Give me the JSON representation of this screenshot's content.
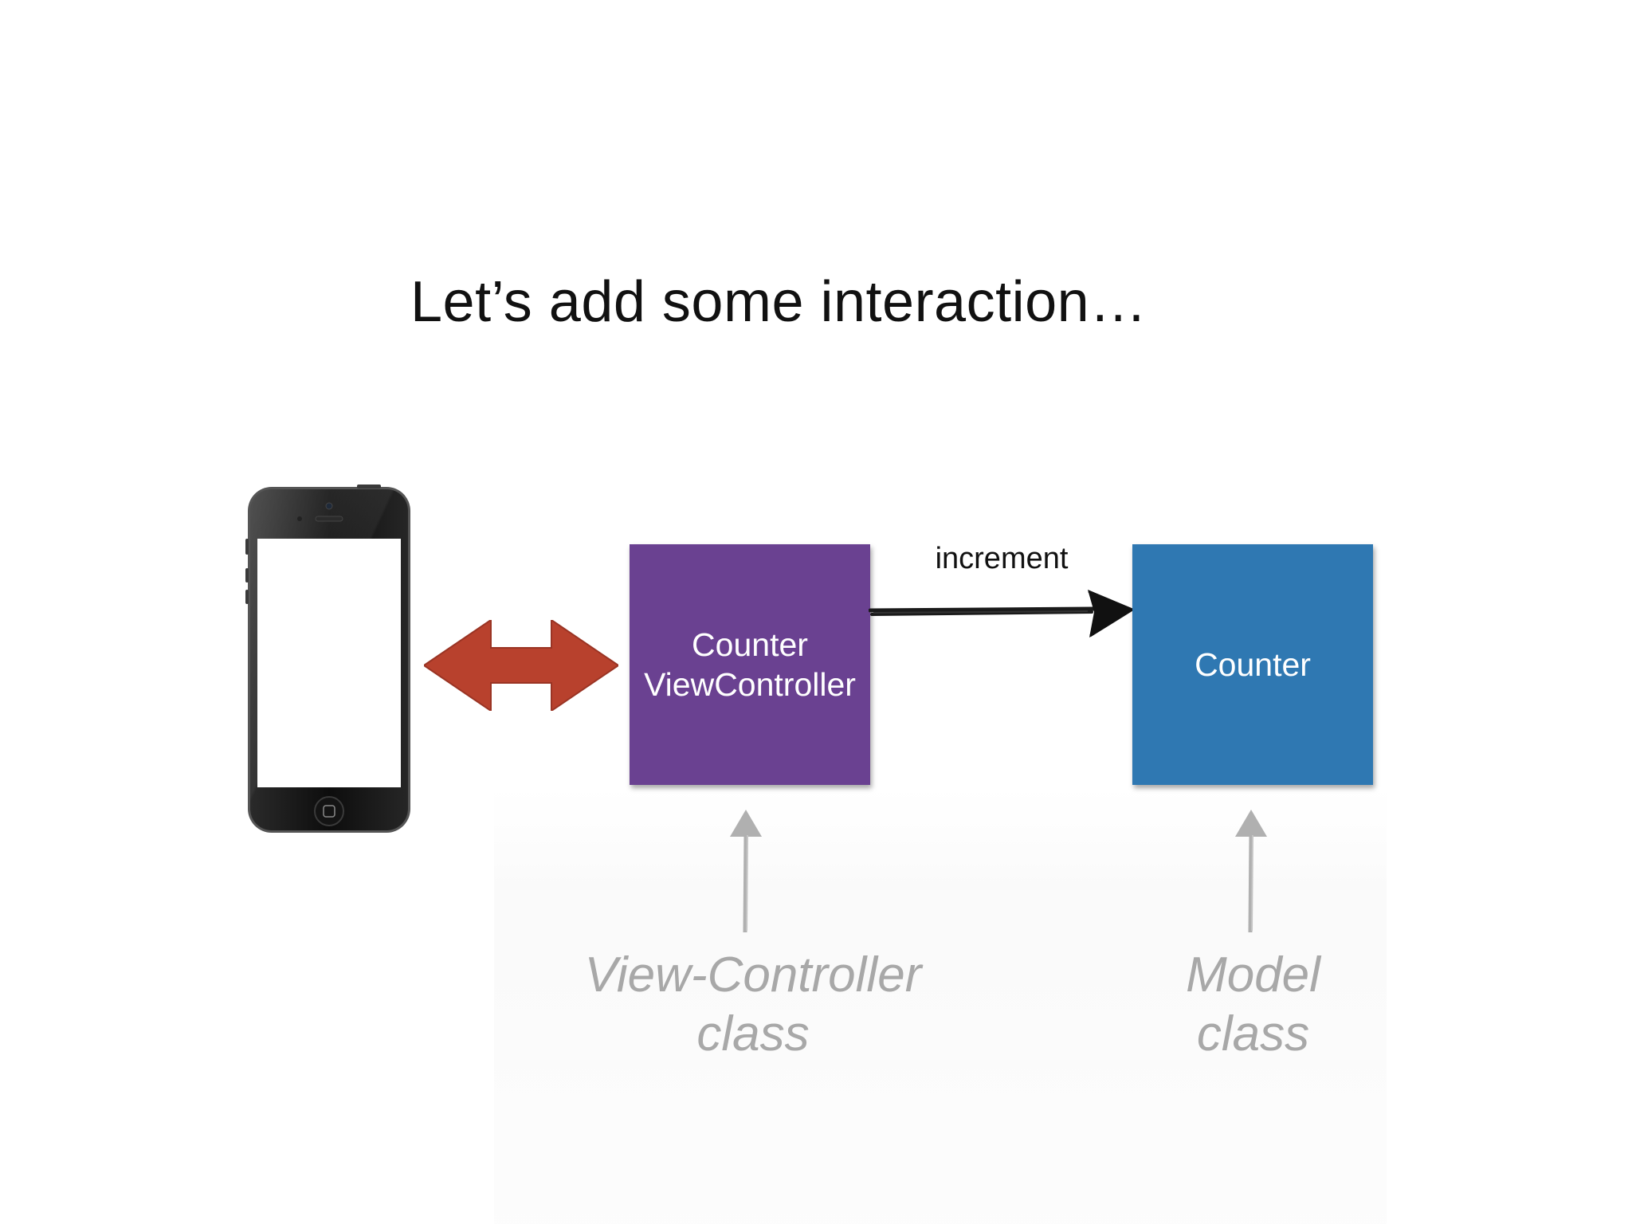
{
  "slide": {
    "title": "Let’s add some interaction…"
  },
  "diagram": {
    "view_controller_box": {
      "line1": "Counter",
      "line2": "ViewController",
      "color": "#6a4191"
    },
    "model_box": {
      "label": "Counter",
      "color": "#2f78b2"
    },
    "connector_label": "increment",
    "double_arrow_color": "#b8412d",
    "captions": {
      "view_controller": {
        "line1": "View-Controller",
        "line2": "class"
      },
      "model": {
        "line1": "Model",
        "line2": "class"
      }
    },
    "icons": {
      "device": "iphone-icon",
      "bidirectional": "double-arrow-icon",
      "connector": "right-arrow-icon",
      "pointer": "up-arrow-icon"
    }
  }
}
